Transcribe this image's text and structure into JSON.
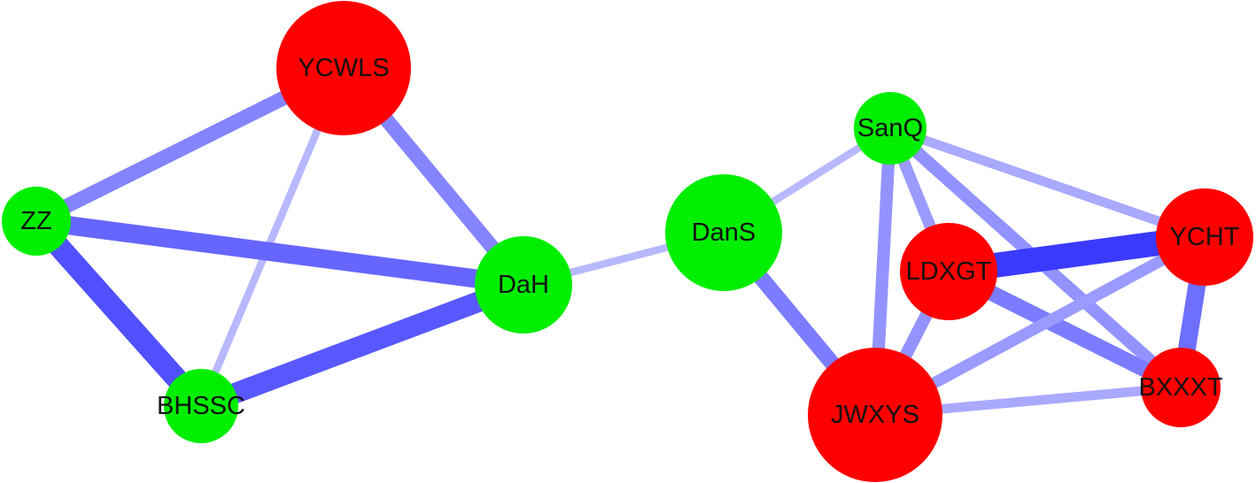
{
  "colors": {
    "group_red": "#ff0000",
    "group_green": "#00ee00",
    "edge": "#3a3aff",
    "background": "#ffffff"
  },
  "nodes": [
    {
      "id": "YCWLS",
      "label": "YCWLS",
      "group": "red",
      "size": "large"
    },
    {
      "id": "ZZ",
      "label": "ZZ",
      "group": "green",
      "size": "small"
    },
    {
      "id": "DaH",
      "label": "DaH",
      "group": "green",
      "size": "medium"
    },
    {
      "id": "BHSSC",
      "label": "BHSSC",
      "group": "green",
      "size": "small"
    },
    {
      "id": "DanS",
      "label": "DanS",
      "group": "green",
      "size": "large"
    },
    {
      "id": "SanQ",
      "label": "SanQ",
      "group": "green",
      "size": "small"
    },
    {
      "id": "LDXGT",
      "label": "LDXGT",
      "group": "red",
      "size": "medium"
    },
    {
      "id": "YCHT",
      "label": "YCHT",
      "group": "red",
      "size": "medium"
    },
    {
      "id": "BXXXT",
      "label": "BXXXT",
      "group": "red",
      "size": "medium"
    },
    {
      "id": "JWXYS",
      "label": "JWXYS",
      "group": "red",
      "size": "large"
    }
  ],
  "edges": [
    {
      "source": "YCWLS",
      "target": "ZZ",
      "weight": 0.5
    },
    {
      "source": "YCWLS",
      "target": "DaH",
      "weight": 0.5
    },
    {
      "source": "YCWLS",
      "target": "BHSSC",
      "weight": 0.15
    },
    {
      "source": "ZZ",
      "target": "DaH",
      "weight": 0.7
    },
    {
      "source": "ZZ",
      "target": "BHSSC",
      "weight": 0.85
    },
    {
      "source": "BHSSC",
      "target": "DaH",
      "weight": 0.8
    },
    {
      "source": "DaH",
      "target": "DanS",
      "weight": 0.15
    },
    {
      "source": "DanS",
      "target": "SanQ",
      "weight": 0.15
    },
    {
      "source": "DanS",
      "target": "JWXYS",
      "weight": 0.55
    },
    {
      "source": "SanQ",
      "target": "JWXYS",
      "weight": 0.4
    },
    {
      "source": "SanQ",
      "target": "LDXGT",
      "weight": 0.35
    },
    {
      "source": "SanQ",
      "target": "YCHT",
      "weight": 0.25
    },
    {
      "source": "SanQ",
      "target": "BXXXT",
      "weight": 0.4
    },
    {
      "source": "LDXGT",
      "target": "YCHT",
      "weight": 1.0
    },
    {
      "source": "LDXGT",
      "target": "JWXYS",
      "weight": 0.4
    },
    {
      "source": "LDXGT",
      "target": "BXXXT",
      "weight": 0.55
    },
    {
      "source": "YCHT",
      "target": "JWXYS",
      "weight": 0.35
    },
    {
      "source": "YCHT",
      "target": "BXXXT",
      "weight": 0.65
    },
    {
      "source": "JWXYS",
      "target": "BXXXT",
      "weight": 0.25
    }
  ]
}
